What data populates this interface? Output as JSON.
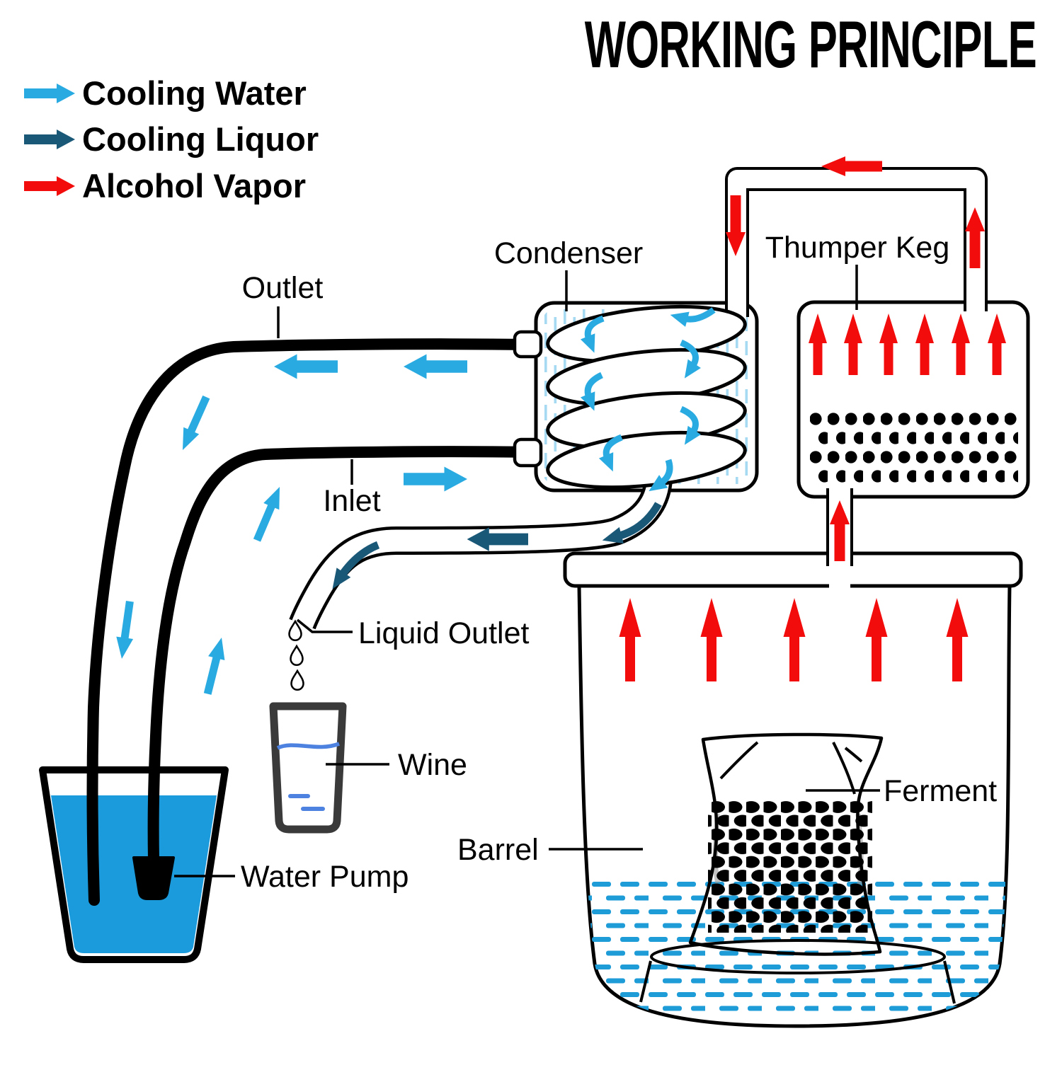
{
  "title": "WORKING PRINCIPLE",
  "legend": {
    "items": [
      {
        "id": "cooling-water",
        "label": "Cooling Water",
        "color": "#29ABE2"
      },
      {
        "id": "cooling-liquor",
        "label": "Cooling Liquor",
        "color": "#1A5878"
      },
      {
        "id": "alcohol-vapor",
        "label": "Alcohol Vapor",
        "color": "#F20C0C"
      }
    ]
  },
  "labels": {
    "condenser": "Condenser",
    "thumper_keg": "Thumper Keg",
    "outlet": "Outlet",
    "inlet": "Inlet",
    "liquid_outlet": "Liquid Outlet",
    "wine": "Wine",
    "water_pump": "Water Pump",
    "barrel": "Barrel",
    "ferment": "Ferment"
  },
  "colors": {
    "cooling_water": "#29ABE2",
    "cooling_liquor": "#1A5878",
    "alcohol_vapor": "#F20C0C",
    "bucket_water": "#1B9BDC",
    "barrel_liquid_dashes": "#1E9CD8",
    "condenser_hatch": "#A6D9F2",
    "wine_liquid": "#4D82E0",
    "outline": "#000000",
    "glass_outline": "#3A3A3A"
  }
}
